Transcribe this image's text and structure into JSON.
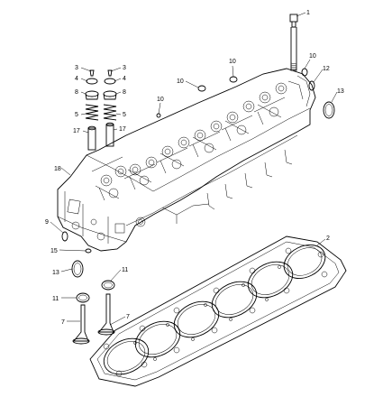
{
  "callouts": [
    {
      "id": "c1",
      "label": "1"
    },
    {
      "id": "c2",
      "label": "2"
    },
    {
      "id": "c3a",
      "label": "3"
    },
    {
      "id": "c3b",
      "label": "3"
    },
    {
      "id": "c4a",
      "label": "4"
    },
    {
      "id": "c4b",
      "label": "4"
    },
    {
      "id": "c8a",
      "label": "8"
    },
    {
      "id": "c8b",
      "label": "8"
    },
    {
      "id": "c5a",
      "label": "5"
    },
    {
      "id": "c5b",
      "label": "5"
    },
    {
      "id": "c17a",
      "label": "17"
    },
    {
      "id": "c17b",
      "label": "17"
    },
    {
      "id": "c10a",
      "label": "10"
    },
    {
      "id": "c10b",
      "label": "10"
    },
    {
      "id": "c10c",
      "label": "10"
    },
    {
      "id": "c10d",
      "label": "10"
    },
    {
      "id": "c12",
      "label": "12"
    },
    {
      "id": "c13a",
      "label": "13"
    },
    {
      "id": "c13b",
      "label": "13"
    },
    {
      "id": "c18",
      "label": "18"
    },
    {
      "id": "c9",
      "label": "9"
    },
    {
      "id": "c15",
      "label": "15"
    },
    {
      "id": "c11a",
      "label": "11"
    },
    {
      "id": "c11b",
      "label": "11"
    },
    {
      "id": "c7a",
      "label": "7"
    },
    {
      "id": "c7b",
      "label": "7"
    }
  ]
}
